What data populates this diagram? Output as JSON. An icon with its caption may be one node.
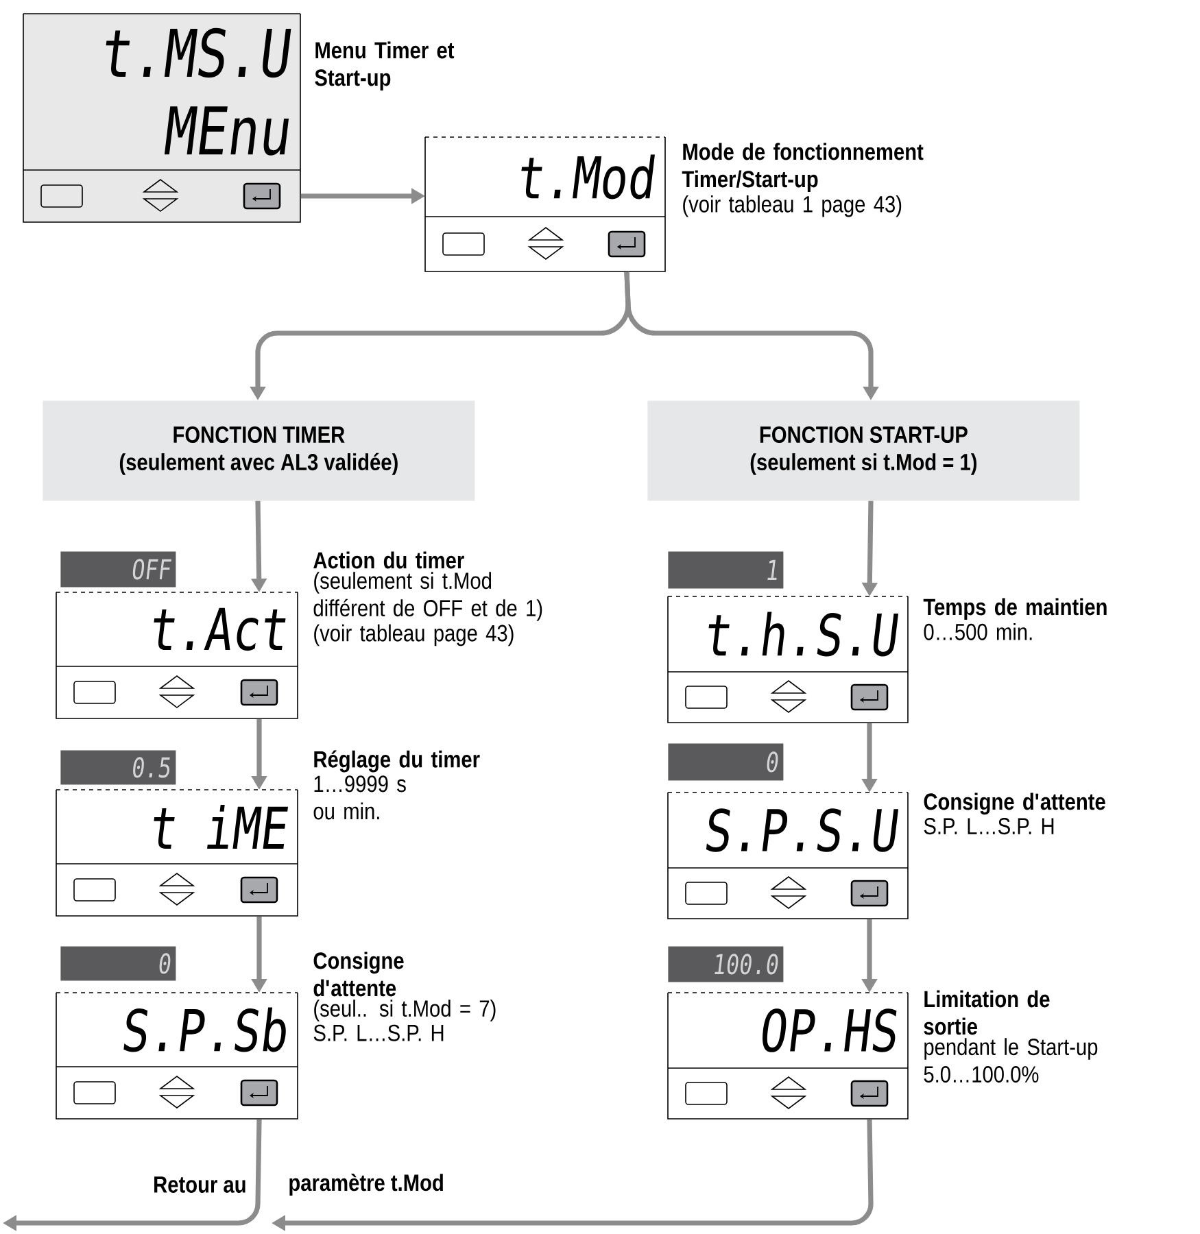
{
  "diagram": {
    "nodes": [
      {
        "text": [
          "t.MS.U",
          "MEnu"
        ],
        "beside": [
          "Menu Timer et Start-up"
        ]
      },
      {
        "text": [
          "t.Mod"
        ],
        "beside": [
          "Mode de fonctionnement Timer/Start-up",
          "(voir tableau 1 page 43)"
        ]
      },
      {
        "text": [
          "FONCTION TIMER",
          "(seulement avec AL3 validée)"
        ]
      },
      {
        "text": [
          "FONCTION START-UP",
          "(seulement si t.Mod = 1)"
        ]
      },
      {
        "text": [
          "OFF",
          "t.Act"
        ],
        "beside": [
          "Action du timer",
          "(seulement si t.Mod différent de OFF et de 1)",
          "(voir tableau page 43)"
        ]
      },
      {
        "text": [
          "0.5",
          "t iME"
        ],
        "beside": [
          "Réglage du timer",
          "1…9999 s ou min."
        ]
      },
      {
        "text": [
          "0",
          "S.P.Sb"
        ],
        "beside": [
          "Consigne d'attente",
          "(seul.. si t.Mod = 7)",
          "S.P. L…S.P. H"
        ]
      },
      {
        "text": [
          "1",
          "t.h.S.U"
        ],
        "beside": [
          "Temps de maintien",
          "0…500 min."
        ]
      },
      {
        "text": [
          "0",
          "S.P.S.U"
        ],
        "beside": [
          "Consigne d'attente",
          "S.P. L…S.P. H"
        ]
      },
      {
        "text": [
          "100.0",
          "OP.HS"
        ],
        "beside": [
          "Limitation de sortie",
          "pendant le Start-up 5.0…100.0%"
        ]
      }
    ],
    "edges": [
      {
        "from": 0,
        "to": 1,
        "arrow": "to"
      },
      {
        "from": 1,
        "to": 2,
        "arrow": "to"
      },
      {
        "from": 1,
        "to": 3,
        "arrow": "to"
      },
      {
        "from": 2,
        "to": 4,
        "arrow": "to"
      },
      {
        "from": 4,
        "to": 5,
        "arrow": "to"
      },
      {
        "from": 5,
        "to": 6,
        "arrow": "to"
      },
      {
        "from": 3,
        "to": 7,
        "arrow": "to"
      },
      {
        "from": 7,
        "to": 8,
        "arrow": "to"
      },
      {
        "from": 8,
        "to": 9,
        "arrow": "to"
      },
      {
        "from": 6,
        "to": null,
        "arrow": "to"
      },
      {
        "from": 9,
        "to": null,
        "arrow": "to"
      }
    ],
    "labels": [
      "Retour au",
      "paramètre t.Mod"
    ]
  }
}
